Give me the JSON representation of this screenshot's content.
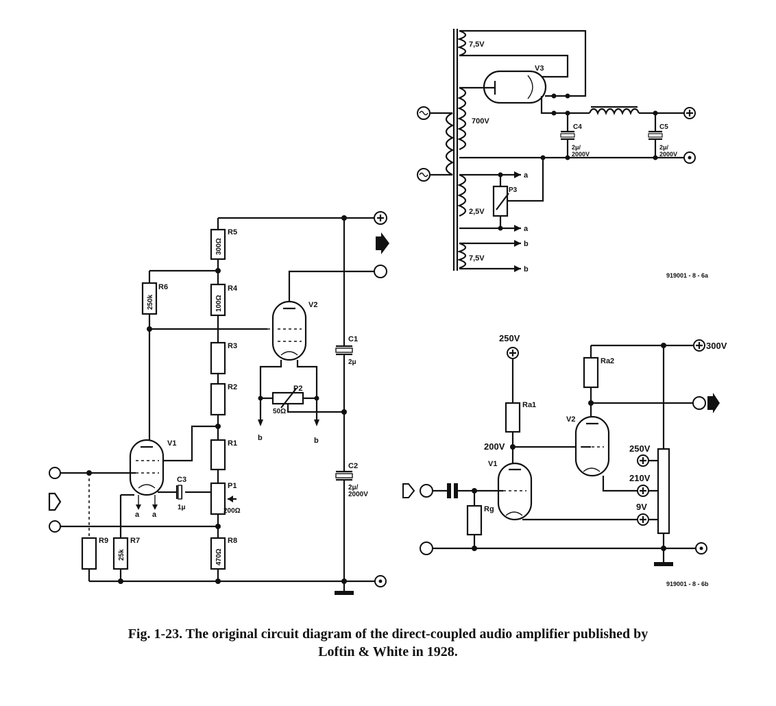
{
  "labels": {
    "r5": "R5",
    "r5_val": "300Ω",
    "r4": "R4",
    "r4_val": "100Ω",
    "r6": "R6",
    "r6_val": "250k",
    "r3": "R3",
    "r2": "R2",
    "r1": "R1",
    "p1": "P1",
    "p1_val": "200Ω",
    "r8": "R8",
    "r8_val": "470Ω",
    "r9": "R9",
    "r7": "R7",
    "r7_val": "25k",
    "v1": "V1",
    "v2": "V2",
    "c3": "C3",
    "c3_val": "1μ",
    "c1": "C1",
    "c1_val": "2μ",
    "c2": "C2",
    "c2_val": "2μ/\n2000V",
    "p2": "P2",
    "p2_val": "50Ω",
    "a": "a",
    "b": "b",
    "v3": "V3",
    "t_75v": "7,5V",
    "t_700v": "700V",
    "t_25v": "2,5V",
    "p3": "P3",
    "c4": "C4",
    "c4_val": "2μ/\n2000V",
    "c5": "C5",
    "c5_val": "2μ/\n2000V",
    "code_a": "919001 - 8 - 6a",
    "code_b": "919001 - 8 - 6b",
    "b_250v_top": "250V",
    "b_300v": "300V",
    "b_ra1": "Ra1",
    "b_ra2": "Ra2",
    "b_200v": "200V",
    "b_v1": "V1",
    "b_v2": "V2",
    "b_250v": "250V",
    "b_210v": "210V",
    "b_9v": "9V",
    "b_rg": "Rg"
  },
  "caption": {
    "line1": "Fig. 1-23. The original circuit diagram of the direct-coupled audio amplifier published by",
    "line2": "Loftin & White in 1928."
  }
}
